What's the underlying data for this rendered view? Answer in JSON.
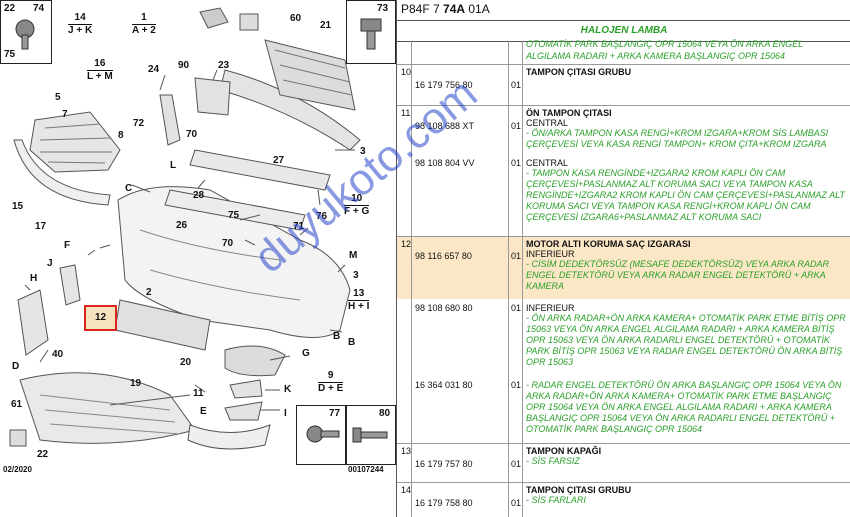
{
  "diagram": {
    "labels": [
      "74",
      "75",
      "14",
      "J + K",
      "1",
      "A + 2",
      "73",
      "60",
      "21",
      "90",
      "23",
      "16",
      "L + M",
      "24",
      "5",
      "72",
      "70",
      "7",
      "8",
      "3",
      "27",
      "L",
      "C",
      "15",
      "28",
      "17",
      "76",
      "F",
      "75",
      "10",
      "F + G",
      "26",
      "71",
      "M",
      "70",
      "J",
      "2",
      "3",
      "H",
      "13",
      "H + I",
      "12",
      "B",
      "9",
      "D + E",
      "40",
      "20",
      "G",
      "19",
      "D",
      "K",
      "11",
      "61",
      "E",
      "I",
      "22",
      "77",
      "80"
    ],
    "footer_date": "02/2020",
    "footer_code": "00107244"
  },
  "table": {
    "header_prefix": "P84F 7 ",
    "header_bold": "74A",
    "header_suffix": " 01A",
    "title": "HALOJEN LAMBA",
    "top_cut_1": "OTOMATİK PARK BAŞLANGIÇ OPR 15064 VEYA ÖN ARKA ENGEL",
    "top_cut_2": "ALGILAMA RADARI + ARKA KAMERA BAŞLANGIÇ OPR 15064",
    "rows": [
      {
        "no": "10",
        "pn": "16 179 756 80",
        "qty": "01",
        "title": "TAMPON ÇITASI GRUBU"
      },
      {
        "no": "11",
        "pn": "98 108 688 XT",
        "qty": "01",
        "title": "ÖN TAMPON ÇITASI",
        "sub": "CENTRAL",
        "desc": "- ÖN/ARKA TAMPON KASA RENGİ+KROM IZGARA+KROM SİS LAMBASI ÇERÇEVESİ VEYA KASA RENGİ TAMPON+ KROM ÇITA+KROM IZGARA",
        "pn2": "98 108 804 VV",
        "qty2": "01",
        "sub2": "CENTRAL",
        "desc2": "- TAMPON KASA RENGİNDE+IZGARA2 KROM KAPLI ÖN CAM ÇERÇEVESİ+PASLANMAZ ALT KORUMA SACI VEYA TAMPON KASA RENGİNDE+IZGARA2 KROM KAPLI ÖN CAM ÇERÇEVESİ+PASLANMAZ ALT KORUMA SACI VEYA TAMPON KASA RENGİ+KROM KAPLI ÖN CAM ÇERÇEVESİ IZGARA6+PASLANMAZ ALT KORUMA SACI"
      },
      {
        "no": "12",
        "pn": "98 116 657 80",
        "qty": "01",
        "title": "MOTOR ALTI KORUMA SAÇ IZGARASI",
        "sub": "INFERIEUR",
        "desc": "- CİSİM DEDEKTÖRSÜZ (MESAFE DEDEKTÖRSÜZ) VEYA ARKA RADAR ENGEL DETEKTÖRÜ VEYA ARKA RADAR ENGEL DETEKTÖRÜ + ARKA KAMERA",
        "pn2": "98 108 680 80",
        "qty2": "01",
        "sub2": "INFERIEUR",
        "desc2": "- ÖN ARKA RADAR+ÖN ARKA KAMERA+ OTOMATİK PARK ETME BİTİŞ OPR 15063 VEYA ÖN ARKA ENGEL ALGILAMA RADARI + ARKA KAMERA BİTİŞ OPR 15063 VEYA ÖN ARKA RADARLI ENGEL DETEKTÖRÜ + OTOMATİK PARK BİTİŞ OPR 15063 VEYA RADAR ENGEL DETEKTÖRÜ ÖN ARKA BİTİŞ OPR 15063",
        "pn3": "16 364 031 80",
        "qty3": "01",
        "desc3": "- RADAR ENGEL DETEKTÖRÜ ÖN ARKA BAŞLANGIÇ OPR 15064 VEYA ÖN ARKA RADAR+ÖN ARKA KAMERA+ OTOMATİK PARK ETME BAŞLANGIÇ OPR 15064 VEYA ÖN ARKA ENGEL ALGILAMA RADARI + ARKA KAMERA BAŞLANGIÇ OPR 15064 VEYA ÖN ARKA RADARLI ENGEL DETEKTÖRÜ + OTOMATİK PARK BAŞLANGIÇ OPR 15064"
      },
      {
        "no": "13",
        "pn": "16 179 757 80",
        "qty": "01",
        "title": "TAMPON KAPAĞI",
        "desc": "- SİS FARSIZ"
      },
      {
        "no": "14",
        "pn": "16 179 758 80",
        "qty": "01",
        "title": "TAMPON ÇITASI GRUBU",
        "desc": "- SİS FARLARI"
      }
    ]
  },
  "watermark": "duyukoto.com",
  "colors": {
    "green": "#2aa02a",
    "highlight": "#fbe6c6",
    "callout_red": "#d8261c"
  }
}
